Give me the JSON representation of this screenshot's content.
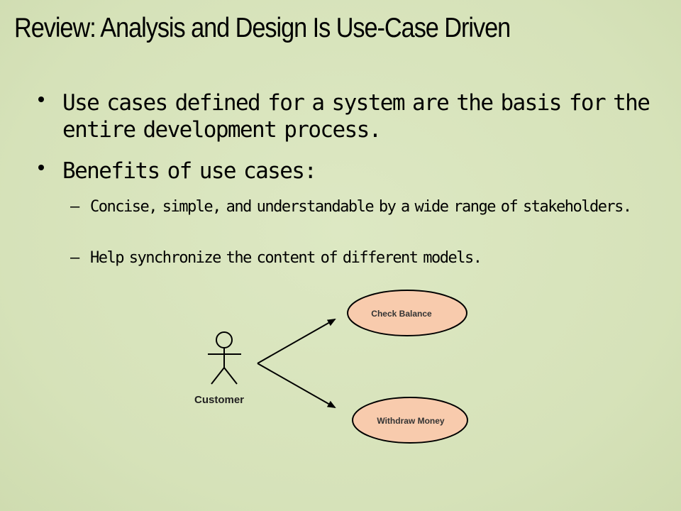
{
  "slide": {
    "title": "Review: Analysis and Design Is Use-Case Driven",
    "bullets": [
      "Use cases defined for a system are the basis for the entire development process.",
      "Benefits of use cases:"
    ],
    "sub_bullets": [
      "Concise, simple, and understandable by a wide range of stakeholders.",
      "Help synchronize the content of different models."
    ]
  },
  "diagram": {
    "actor": "Customer",
    "use_cases": [
      "Check Balance",
      "Withdraw Money"
    ],
    "colors": {
      "background": "#d8e4bc",
      "use_case_fill": "#f8cbad",
      "stroke": "#000000"
    }
  }
}
